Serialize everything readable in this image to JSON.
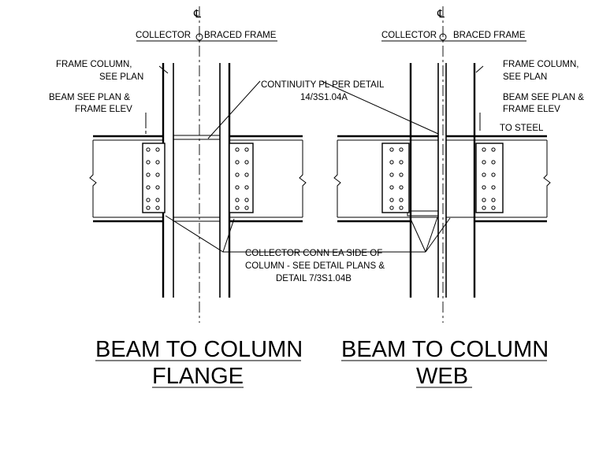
{
  "centerline_symbol": "℄",
  "detail_left": {
    "collector_label": "COLLECTOR",
    "braced_frame_label": "BRACED FRAME",
    "frame_column_note": [
      "FRAME COLUMN,",
      "SEE PLAN"
    ],
    "beam_note": [
      "BEAM SEE PLAN &",
      "FRAME ELEV"
    ],
    "continuity_note": [
      "CONTINUITY PL PER DETAIL",
      "14/3S1.04A"
    ],
    "collector_conn_note": [
      "COLLECTOR CONN EA SIDE OF",
      "COLUMN - SEE DETAIL PLANS &",
      "DETAIL 7/3S1.04B"
    ],
    "title": [
      "BEAM TO COLUMN",
      "FLANGE"
    ]
  },
  "detail_right": {
    "collector_label": "COLLECTOR",
    "braced_frame_label": "BRACED FRAME",
    "frame_column_note": [
      "FRAME COLUMN,",
      "SEE PLAN"
    ],
    "beam_note": [
      "BEAM SEE PLAN &",
      "FRAME ELEV"
    ],
    "to_steel_note": "TO STEEL",
    "title": [
      "BEAM TO COLUMN",
      "WEB"
    ]
  }
}
